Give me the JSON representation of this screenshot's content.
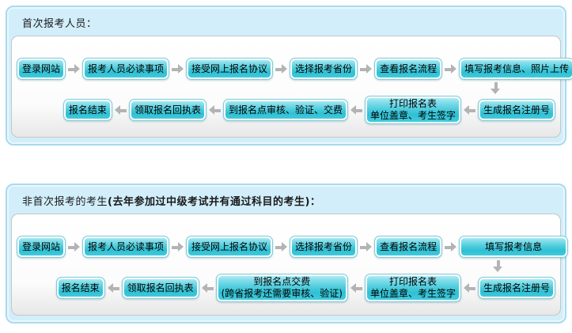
{
  "colors": {
    "panel_background": "#d2eefa",
    "panel_border": "#a8daf1",
    "inner_box_border": "#c6c6c6",
    "button_fill_top": "#8ae0ec",
    "button_fill_bottom": "#2ec1d5",
    "button_border": "#7bccdc",
    "button_text": "#000000",
    "arrow": "#b3b3b3"
  },
  "panels": [
    {
      "title_prefix": "首次报考人员：",
      "title_bold": "",
      "row1": [
        {
          "label": "登录网站"
        },
        {
          "label": "报考人员必读事项"
        },
        {
          "label": "接受网上报名协议"
        },
        {
          "label": "选择报考省份"
        },
        {
          "label": "查看报名流程"
        },
        {
          "label": "填写报考信息、照片上传"
        }
      ],
      "row2": [
        {
          "label": "报名结束"
        },
        {
          "label": "领取报名回执表"
        },
        {
          "label": "到报名点审核、验证、交费"
        },
        {
          "label": "打印报名表",
          "label2": "单位盖章、考生签字"
        },
        {
          "label": "生成报名注册号"
        }
      ]
    },
    {
      "title_prefix": "非首次报考的考生 ",
      "title_bold": "(去年参加过中级考试并有通过科目的考生)：",
      "row1": [
        {
          "label": "登录网站"
        },
        {
          "label": "报考人员必读事项"
        },
        {
          "label": "接受网上报名协议"
        },
        {
          "label": "选择报考省份"
        },
        {
          "label": "查看报名流程"
        },
        {
          "label": "填写报考信息"
        }
      ],
      "row2": [
        {
          "label": "报名结束"
        },
        {
          "label": "领取报名回执表"
        },
        {
          "label": "到报名点交费",
          "label2": "(跨省报考还需要审核、验证)"
        },
        {
          "label": "打印报名表",
          "label2": "单位盖章、考生签字"
        },
        {
          "label": "生成报名注册号"
        }
      ]
    }
  ]
}
